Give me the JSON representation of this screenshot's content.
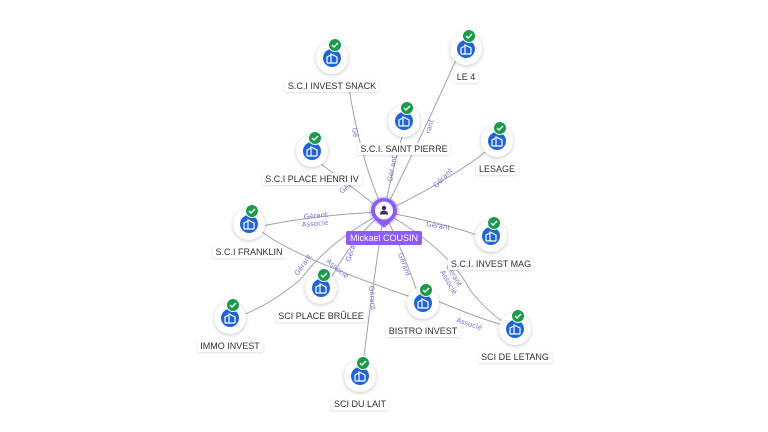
{
  "center": {
    "label": "Mickael COUSIN",
    "icon": "person-icon",
    "color": "#8b5cf6"
  },
  "accent": {
    "company": "#1f64d6",
    "verified": "#1a9b4a",
    "edge": "#9aa3b5",
    "edge_label": "#7b6fd6"
  },
  "companies": [
    {
      "id": "sci-invest-snack",
      "label": "S.C.I INVEST SNACK"
    },
    {
      "id": "le-4",
      "label": "LE 4"
    },
    {
      "id": "sci-saint-pierre",
      "label": "S.C.I. SAINT PIERRE"
    },
    {
      "id": "lesage",
      "label": "LESAGE"
    },
    {
      "id": "sci-place-henri-iv",
      "label": "S.C.I PLACE HENRI IV"
    },
    {
      "id": "sci-franklin",
      "label": "S.C.I FRANKLIN"
    },
    {
      "id": "sci-invest-mag",
      "label": "S.C.I. INVEST MAG"
    },
    {
      "id": "sci-place-brulee",
      "label": "SCI PLACE BRÛLEE"
    },
    {
      "id": "immo-invest",
      "label": "IMMO INVEST"
    },
    {
      "id": "bistro-invest",
      "label": "BISTRO INVEST"
    },
    {
      "id": "sci-de-letang",
      "label": "SCI DE LETANG"
    },
    {
      "id": "sci-du-lait",
      "label": "SCI DU LAIT"
    }
  ],
  "edge_labels": {
    "gerant": "Gérant",
    "associe": "Associé",
    "gerant_partial_1": "Gé",
    "gerant_partial_2": "rant",
    "gerant_partial_3": "Gér ant"
  },
  "icons": {
    "company": "building-icon",
    "verified": "check-icon"
  }
}
